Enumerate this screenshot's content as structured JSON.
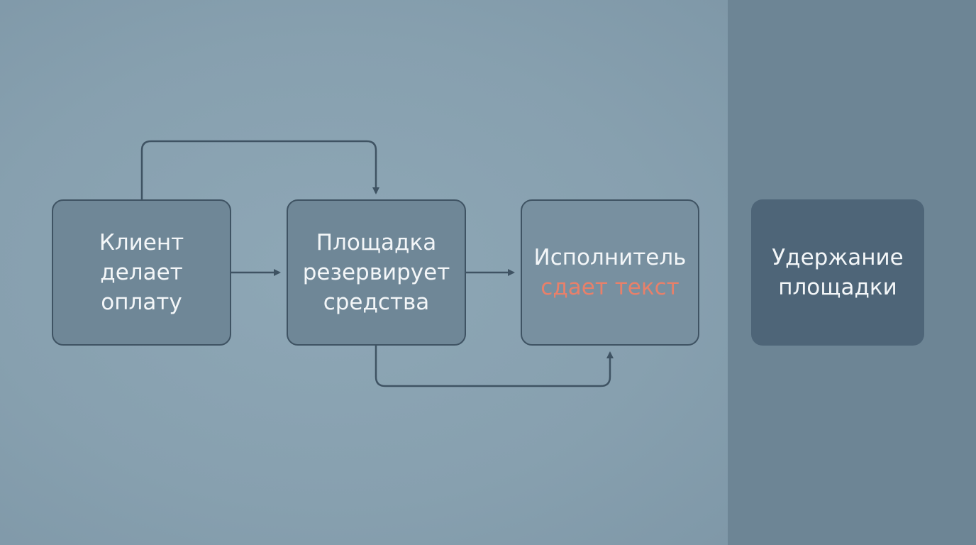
{
  "colors": {
    "background": "#88a1b0",
    "side_panel": "#6d8595",
    "box_fill": "#6f8797",
    "box_border": "#3f5363",
    "hold_box_fill": "#4e6578",
    "text": "#f3f6f8",
    "accent_text": "#e8806a",
    "connector": "#3f5363"
  },
  "flow": {
    "client": {
      "line1": "Клиент",
      "line2": "делает",
      "line3": "оплату"
    },
    "platform": {
      "line1": "Площадка",
      "line2": "резервирует",
      "line3": "средства"
    },
    "performer": {
      "line1": "Исполнитель",
      "line2": "сдает текст"
    }
  },
  "side": {
    "hold": {
      "line1": "Удержание",
      "line2": "площадки"
    }
  }
}
